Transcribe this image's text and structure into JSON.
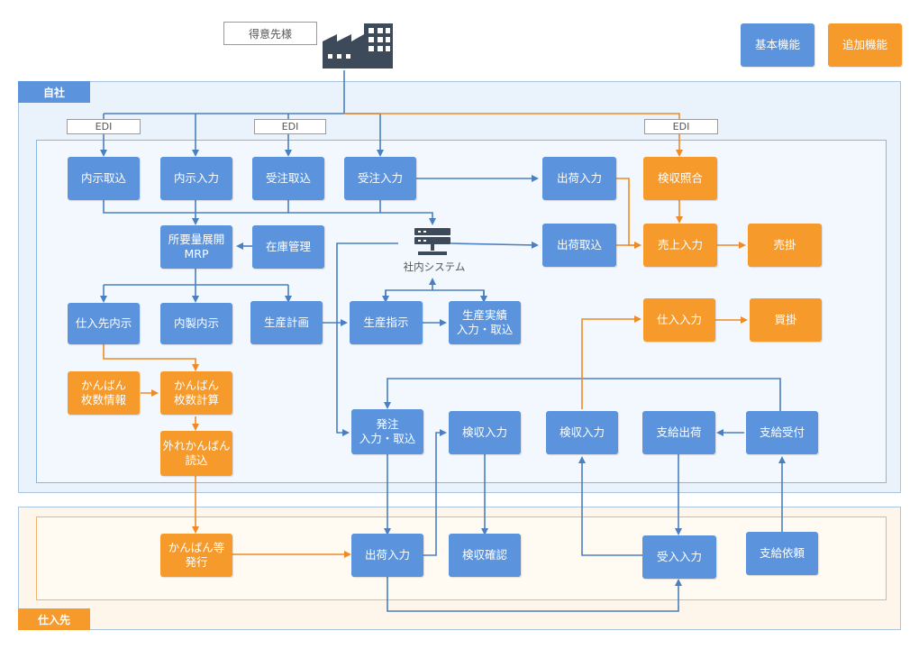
{
  "customer_label": "得意先様",
  "legend": {
    "basic": "基本機能",
    "additional": "追加機能"
  },
  "regions": {
    "company": "自社",
    "supplier": "仕入先"
  },
  "edi_tags": [
    "EDI",
    "EDI",
    "EDI"
  ],
  "system_label": "社内システム",
  "boxes": {
    "naiji_torikomi": "内示取込",
    "naiji_nyuryoku": "内示入力",
    "juchu_torikomi": "受注取込",
    "juchu_nyuryoku": "受注入力",
    "shukka_nyuryoku": "出荷入力",
    "kenshu_shogo": "検収照合",
    "mrp": "所要量展開\nMRP",
    "zaiko_kanri": "在庫管理",
    "shukka_torikomi": "出荷取込",
    "uriage_nyuryoku": "売上入力",
    "urikake": "売掛",
    "shiiresaki_naiji": "仕入先内示",
    "naisei_naiji": "内製内示",
    "seisan_keikaku": "生産計画",
    "seisan_shiji": "生産指示",
    "seisan_jisseki": "生産実績\n入力・取込",
    "shiire_nyuryoku": "仕入入力",
    "kaikake": "買掛",
    "kanban_info": "かんばん\n枚数情報",
    "kanban_calc": "かんばん\n枚数計算",
    "hazure_kanban": "外れかんばん\n読込",
    "hacchu": "発注\n入力・取込",
    "kenshu_nyuryoku_a": "検収入力",
    "kenshu_nyuryoku_b": "検収入力",
    "shikyu_shukka": "支給出荷",
    "shikyu_uketsuke": "支給受付",
    "kanban_hakko": "かんばん等\n発行",
    "sup_shukka_nyuryoku": "出荷入力",
    "kenshu_kakunin": "検収確認",
    "ukeire_nyuryoku": "受入入力",
    "shikyu_irai": "支給依頼"
  },
  "colors": {
    "basic": "#5b93dc",
    "additional": "#f59a2b",
    "line_blue": "#4a7fc1",
    "line_orange": "#f08a24"
  }
}
